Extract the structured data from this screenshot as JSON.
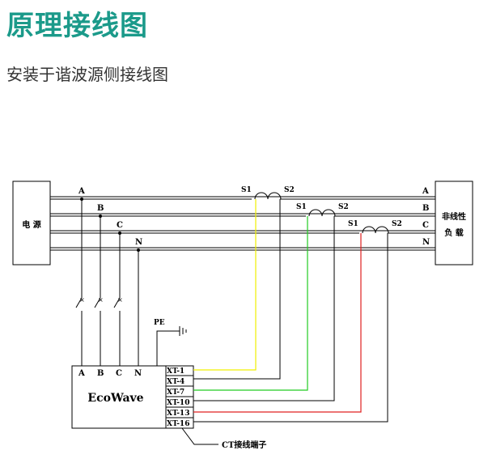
{
  "title": "原理接线图",
  "subtitle": "安装于谐波源侧接线图",
  "source_label": "电  源",
  "load_label_1": "非线性",
  "load_label_2": "负  载",
  "phase_left": [
    "A",
    "B",
    "C",
    "N"
  ],
  "phase_right": [
    "A",
    "B",
    "C",
    "N"
  ],
  "ct_labels": [
    {
      "s1": "S1",
      "s2": "S2"
    },
    {
      "s1": "S1",
      "s2": "S2"
    },
    {
      "s1": "S1",
      "s2": "S2"
    }
  ],
  "device_name": "EcoWave",
  "device_inputs": [
    "A",
    "B",
    "C",
    "N"
  ],
  "pe_label": "PE",
  "terminals": [
    "XT-1",
    "XT-4",
    "XT-7",
    "XT-10",
    "XT-13",
    "XT-16"
  ],
  "ct_terminal_label": "CT接线端子",
  "colors": {
    "title": "#1b9a8a",
    "yellow": "#f0f000",
    "green": "#22cc22",
    "red": "#e02020"
  }
}
